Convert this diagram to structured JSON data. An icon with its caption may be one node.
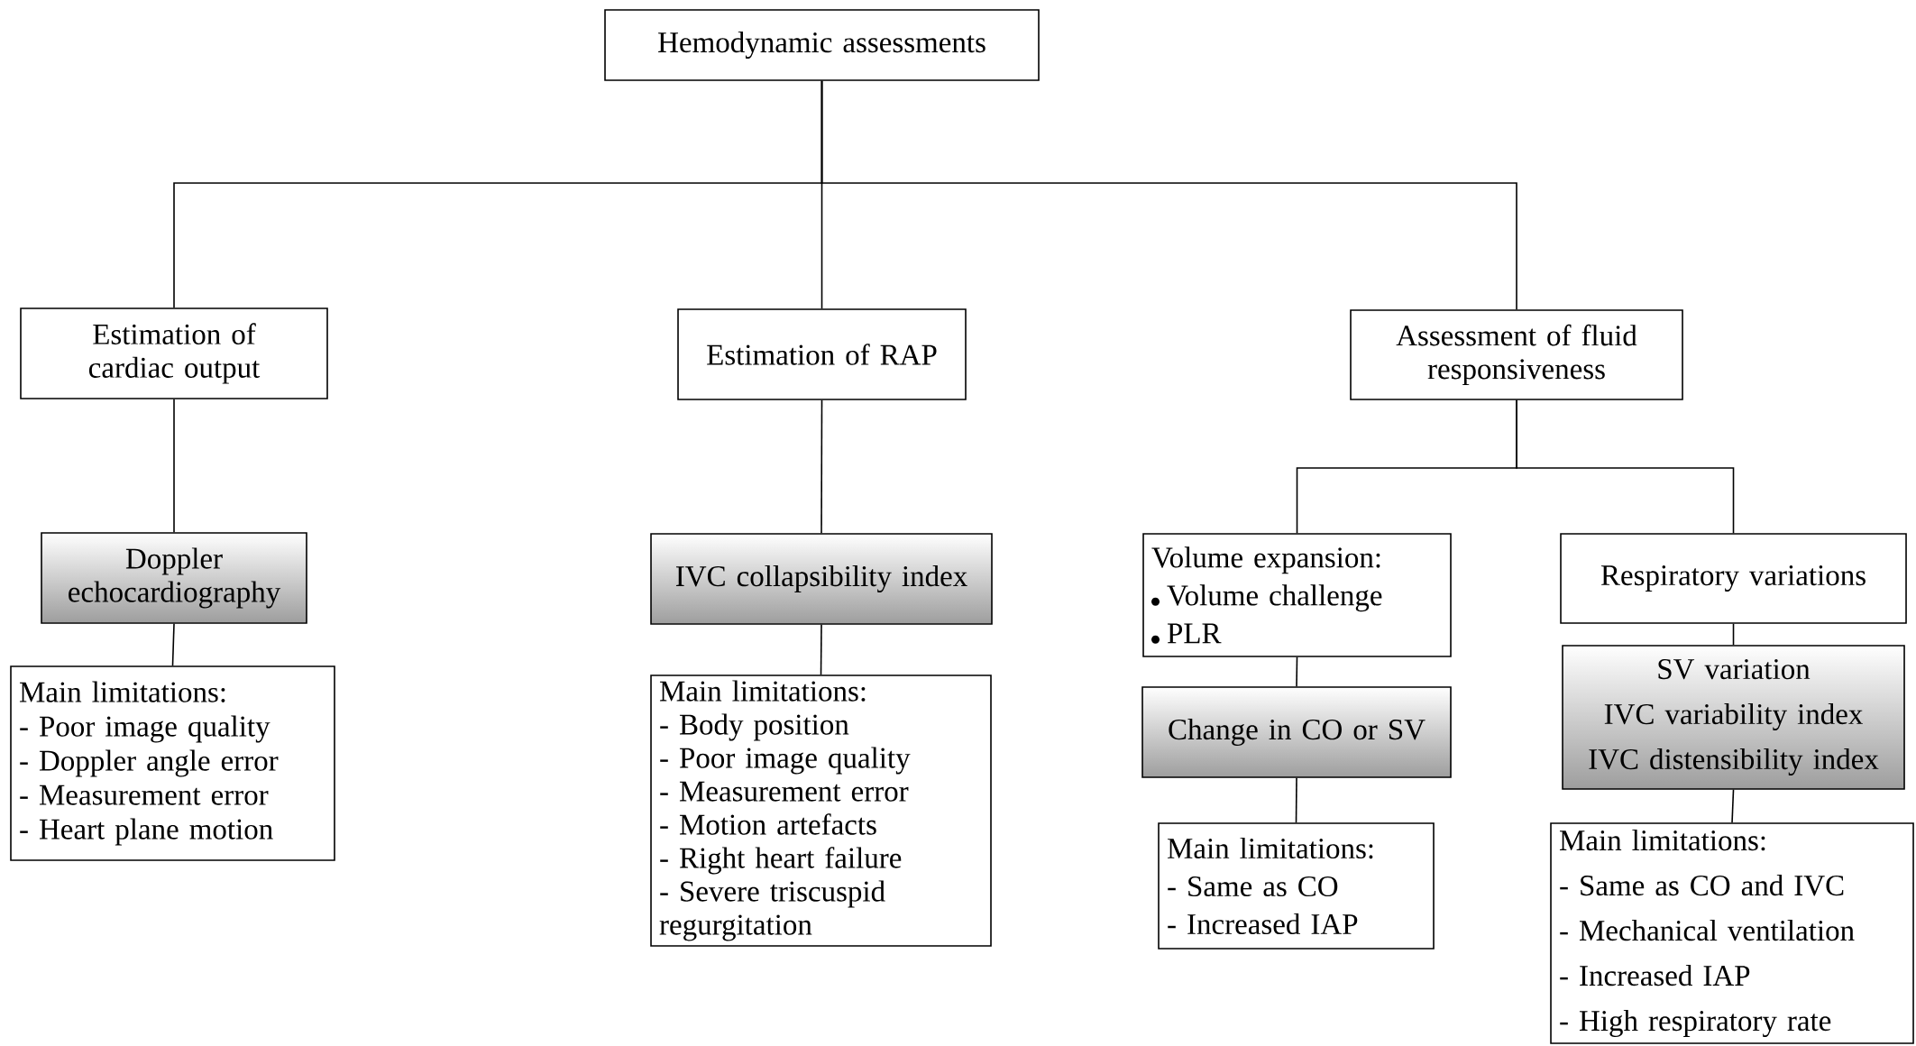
{
  "diagram": {
    "nodes": [
      {
        "text": [
          "Hemodynamic assessments"
        ]
      },
      {
        "text": [
          "Estimation of cardiac output"
        ]
      },
      {
        "text": [
          "Estimation of RAP"
        ]
      },
      {
        "text": [
          "Assessment of fluid responsiveness"
        ]
      },
      {
        "text": [
          "Doppler echocardiography"
        ]
      },
      {
        "text": [
          "Main limitations:",
          "- Poor image quality",
          "- Doppler angle error",
          "- Measurement error",
          "- Heart plane motion"
        ]
      },
      {
        "text": [
          "IVC collapsibility index"
        ]
      },
      {
        "text": [
          "Main limitations:",
          "- Body position",
          "- Poor image quality",
          "- Measurement error",
          "- Motion artefacts",
          "- Right heart failure",
          "- Severe triscuspid regurgitation"
        ]
      },
      {
        "text": [
          "Volume expansion:",
          "Volume challenge",
          "PLR"
        ]
      },
      {
        "text": [
          "Respiratory variations"
        ]
      },
      {
        "text": [
          "Change in CO or SV"
        ]
      },
      {
        "text": [
          "SV variation",
          "IVC variability index",
          "IVC distensibility index"
        ]
      },
      {
        "text": [
          "Main limitations:",
          "- Same as CO",
          "- Increased IAP"
        ]
      },
      {
        "text": [
          "Main limitations:",
          "- Same as CO and IVC",
          "- Mechanical ventilation",
          "- Increased IAP",
          "- High respiratory rate"
        ]
      }
    ],
    "edges": [
      {
        "from": 0,
        "to": 1,
        "arrow": "none"
      },
      {
        "from": 0,
        "to": 2,
        "arrow": "none"
      },
      {
        "from": 0,
        "to": 3,
        "arrow": "none"
      },
      {
        "from": 1,
        "to": 4,
        "arrow": "none"
      },
      {
        "from": 4,
        "to": 5,
        "arrow": "none"
      },
      {
        "from": 2,
        "to": 6,
        "arrow": "none"
      },
      {
        "from": 6,
        "to": 7,
        "arrow": "none"
      },
      {
        "from": 3,
        "to": 8,
        "arrow": "none"
      },
      {
        "from": 3,
        "to": 9,
        "arrow": "none"
      },
      {
        "from": 8,
        "to": 10,
        "arrow": "none"
      },
      {
        "from": 10,
        "to": 12,
        "arrow": "none"
      },
      {
        "from": 9,
        "to": 11,
        "arrow": "none"
      },
      {
        "from": 11,
        "to": 13,
        "arrow": "none"
      }
    ]
  }
}
